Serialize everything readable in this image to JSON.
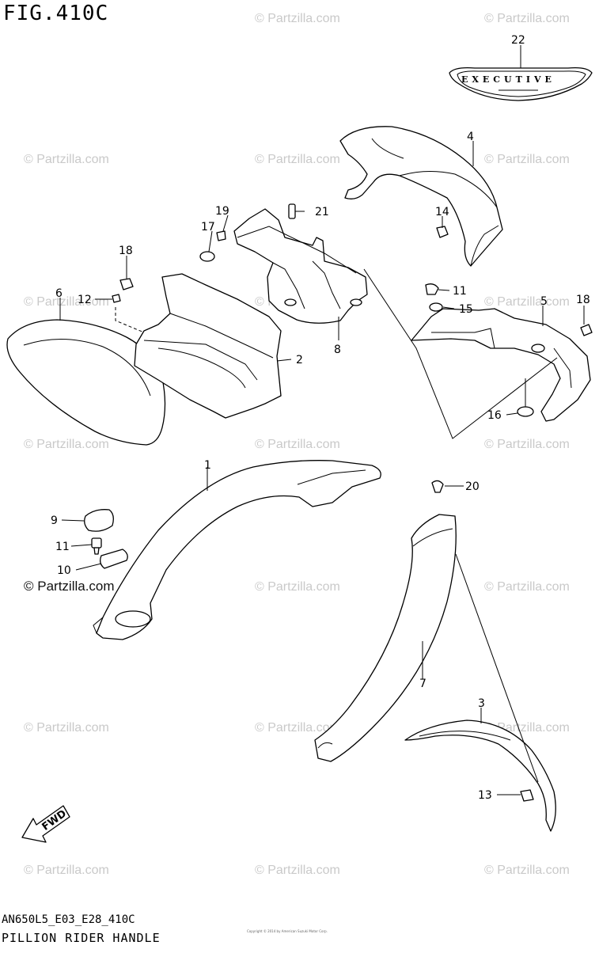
{
  "figure": {
    "title": "FIG.410C",
    "code": "AN650L5_E03_E28_410C",
    "name": "PILLION RIDER HANDLE",
    "copyright_tiny": "Copyright © 2014 by American Suzuki Motor Corp."
  },
  "watermark": {
    "text": "© Partzilla.com",
    "bold_text": "© Partzilla.com"
  },
  "badge": {
    "text": "EXECUTIVE"
  },
  "arrow": {
    "label": "FWD"
  },
  "callouts": [
    "1",
    "2",
    "3",
    "4",
    "5",
    "6",
    "7",
    "8",
    "9",
    "10",
    "11",
    "12",
    "13",
    "14",
    "15",
    "16",
    "17",
    "18",
    "19",
    "20",
    "21",
    "22"
  ]
}
